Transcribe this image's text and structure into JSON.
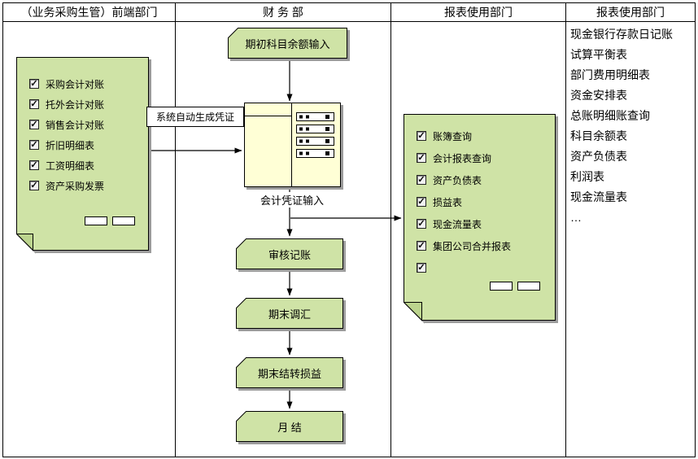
{
  "colors": {
    "shape_green": "#cfe3a6",
    "shape_yellow": "#ffffd6",
    "shadow_gray": "#9c9c9c"
  },
  "icons": {
    "check": "✓"
  },
  "headers": {
    "lane1": "（业务采购生管）前端部门",
    "lane2": "财 务 部",
    "lane3": "报表使用部门",
    "lane4": "报表使用部门"
  },
  "source_doc": {
    "items": [
      "采购会计对账",
      "托外会计对账",
      "销售会计对账",
      "折旧明细表",
      "工资明细表",
      "资产采购发票"
    ]
  },
  "finance": {
    "start_card": "期初科目余额输入",
    "auto_label": "系统自动生成凭证",
    "voucher_caption": "会计凭证输入",
    "steps": [
      "审核记账",
      "期末调汇",
      "期末结转损益",
      "月  结"
    ]
  },
  "report_doc": {
    "items": [
      "账簿查询",
      "会计报表查询",
      "资产负债表",
      "损益表",
      "现金流量表",
      "集团公司合并报表"
    ]
  },
  "report_list": {
    "items": [
      "现金银行存款日记账",
      "试算平衡表",
      "部门费用明细表",
      "资金安排表",
      "总账明细账查询",
      "科目余额表",
      "资产负债表",
      "利润表",
      "现金流量表",
      "…"
    ]
  }
}
